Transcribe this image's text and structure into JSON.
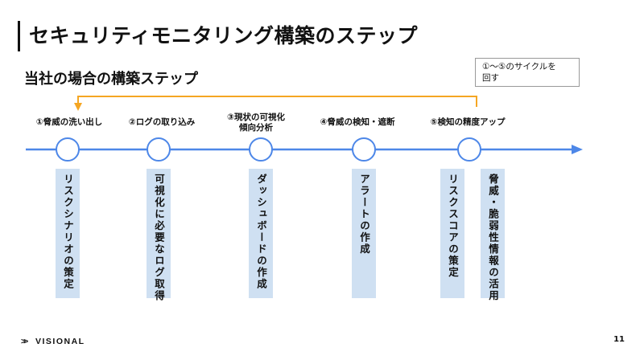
{
  "title": "セキュリティモニタリング構築のステップ",
  "subtitle": "当社の場合の構築ステップ",
  "callout": {
    "line1": "①〜⑤のサイクルを",
    "line2": "回す"
  },
  "colors": {
    "timeline": "#4d87e8",
    "loop_arrow": "#f5a623",
    "box_fill": "#cfe0f2"
  },
  "steps": [
    {
      "label": "①脅威の洗い出し"
    },
    {
      "label": "②ログの取り込み"
    },
    {
      "label_line1": "③現状の可視化",
      "label_line2": "傾向分析"
    },
    {
      "label": "④脅威の検知・遮断"
    },
    {
      "label": "⑤検知の精度アップ"
    }
  ],
  "activities": [
    "リスクシナリオの策定",
    "可視化に必要なログ取得",
    "ダッシュボードの作成",
    "アラートの作成",
    "リスクスコアの策定",
    "脅威・脆弱性情報の活用"
  ],
  "footer": {
    "logo_text": "VISIONAL",
    "page_number": "11"
  }
}
